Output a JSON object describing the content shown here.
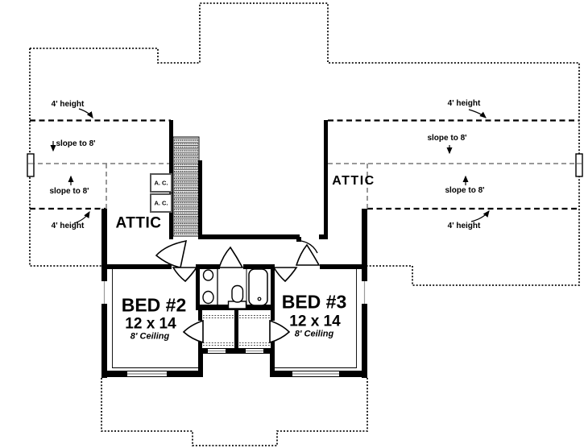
{
  "plan": {
    "height_annotations": [
      {
        "id": "top-left",
        "text": "4' height"
      },
      {
        "id": "bottom-left",
        "text": "4' height"
      },
      {
        "id": "top-right",
        "text": "4' height"
      },
      {
        "id": "bottom-right",
        "text": "4' height"
      }
    ],
    "slope_annotations": [
      {
        "id": "top-left",
        "text": "slope to 8'"
      },
      {
        "id": "bottom-left",
        "text": "slope to 8'"
      },
      {
        "id": "top-right",
        "text": "slope to 8'"
      },
      {
        "id": "bottom-right",
        "text": "slope to 8'"
      }
    ],
    "attic_labels": [
      {
        "id": "left",
        "text": "ATTIC"
      },
      {
        "id": "right",
        "text": "ATTIC"
      }
    ],
    "ac_units": [
      {
        "text": "A. C."
      },
      {
        "text": "A. C."
      }
    ],
    "rooms": [
      {
        "name": "BED #2",
        "dimensions": "12 x 14",
        "ceiling": "8' Ceiling"
      },
      {
        "name": "BED #3",
        "dimensions": "12 x 14",
        "ceiling": "8' Ceiling"
      }
    ]
  },
  "colors": {
    "ink": "#000000",
    "gray_dash": "#777777",
    "window_line": "#999999",
    "background": "#ffffff"
  }
}
